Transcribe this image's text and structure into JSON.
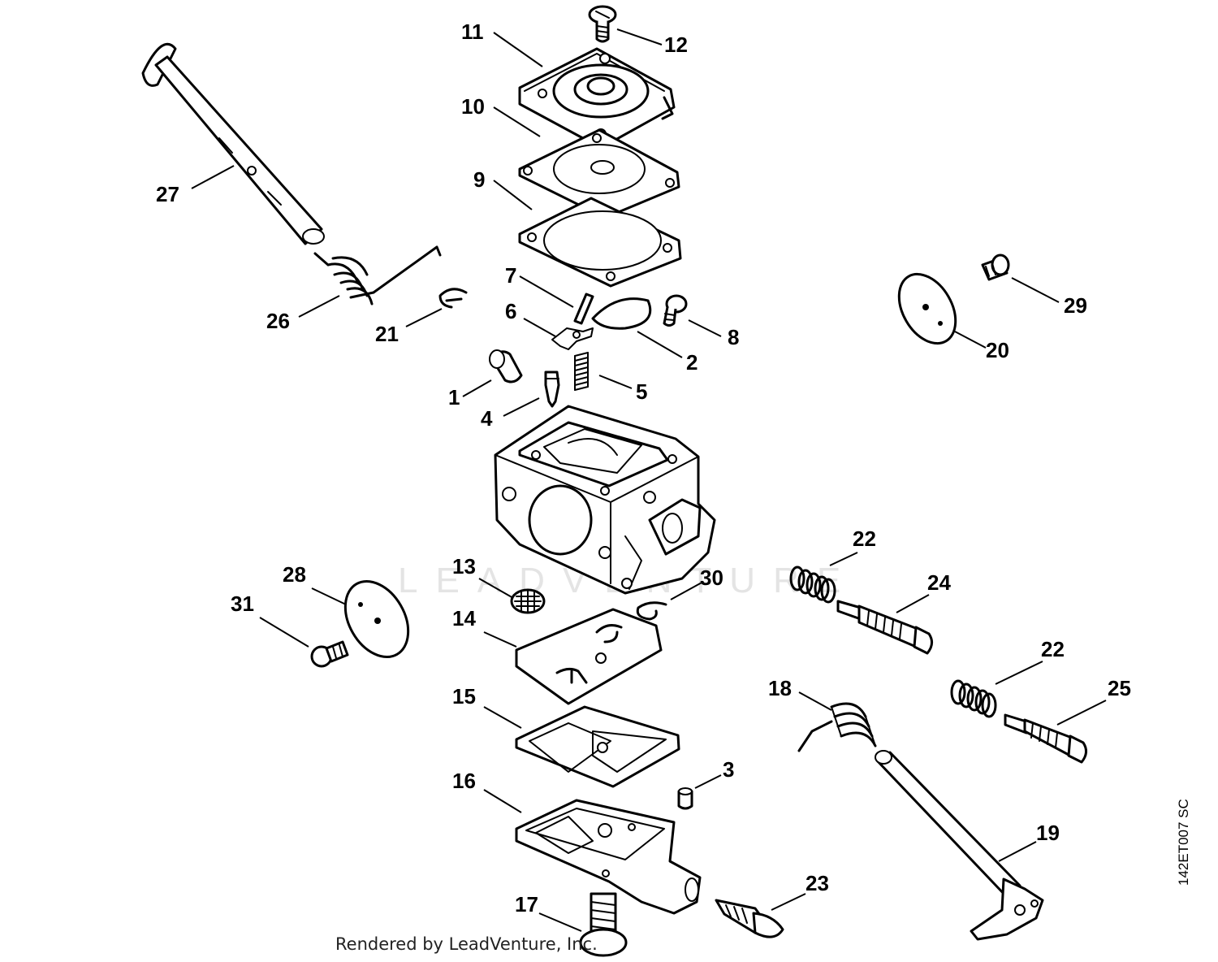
{
  "watermark": "LEADVENTURE",
  "credit": "Rendered by LeadVenture, Inc.",
  "drawing_code": "142ET007 SC",
  "callouts": {
    "c1": "1",
    "c2": "2",
    "c3": "3",
    "c4": "4",
    "c5": "5",
    "c6": "6",
    "c7": "7",
    "c8": "8",
    "c9": "9",
    "c10": "10",
    "c11": "11",
    "c12": "12",
    "c13": "13",
    "c14": "14",
    "c15": "15",
    "c16": "16",
    "c17": "17",
    "c18": "18",
    "c19": "19",
    "c20": "20",
    "c21": "21",
    "c22a": "22",
    "c22b": "22",
    "c23": "23",
    "c24": "24",
    "c25": "25",
    "c26": "26",
    "c27": "27",
    "c28": "28",
    "c29": "29",
    "c30": "30",
    "c31": "31"
  }
}
